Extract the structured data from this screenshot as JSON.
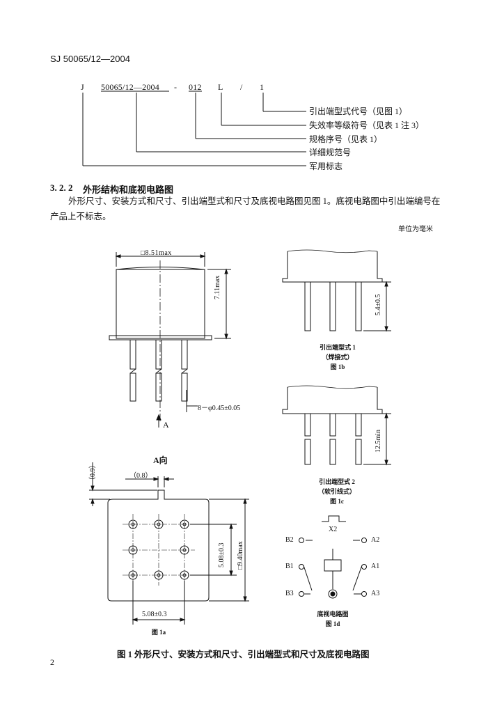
{
  "header": {
    "doc_number": "SJ 50065/12—2004"
  },
  "designation": {
    "parts": [
      "J",
      "50065/12—2004",
      "-",
      "012",
      "L",
      "/",
      "1"
    ],
    "legend": [
      "引出端型式代号（见图 1）",
      "失效率等级符号（见表 1 注 3）",
      "规格序号（见表 1）",
      "详细规范号",
      "军用标志"
    ]
  },
  "section": {
    "number": "3. 2. 2",
    "title": "外形结构和底视电路图",
    "paragraph_line1": "外形尺寸、安装方式和尺寸、引出端型式和尺寸及底视电路图见图 1。底视电路图中引出端编号在",
    "paragraph_line2": "产品上不标志。",
    "unit_note": "单位为毫米"
  },
  "fig1a": {
    "dim_width": "□8.51max",
    "dim_height": "7.11max",
    "dim_pin": "8－φ0.45±0.05",
    "view_arrow": "A",
    "view_title": "A向",
    "dim_tab_width": "（0.8）",
    "dim_tab_height": "（0.9）",
    "dim_pitch_v": "5.08±0.3",
    "dim_pitch_h": "5.08±0.3",
    "dim_base": "□9.40max",
    "caption": "图 1a"
  },
  "fig1b": {
    "dim_lead": "5.4±0.5",
    "caption_line1": "引出端型式 1",
    "caption_line2": "（焊接式）",
    "caption_line3": "图 1b"
  },
  "fig1c": {
    "dim_lead": "12.5min",
    "caption_line1": "引出端型式 2",
    "caption_line2": "（软引线式）",
    "caption_line3": "图 1c"
  },
  "fig1d": {
    "labels": {
      "x2": "X2",
      "b2": "B2",
      "a2": "A2",
      "b1": "B1",
      "a1": "A1",
      "b3": "B3",
      "a3": "A3"
    },
    "caption_line1": "底视电路图",
    "caption_line2": "图 1d"
  },
  "figure_caption": "图 1   外形尺寸、安装方式和尺寸、引出端型式和尺寸及底视电路图",
  "page_number": "2"
}
